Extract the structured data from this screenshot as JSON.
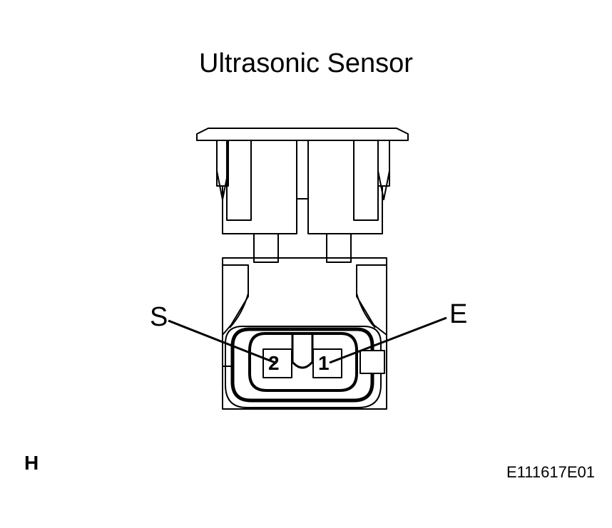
{
  "title": "Ultrasonic Sensor",
  "terminals": [
    {
      "label": "S",
      "pin": "2"
    },
    {
      "label": "E",
      "pin": "1"
    }
  ],
  "corner_mark": "H",
  "figure_code": "E111617E01"
}
